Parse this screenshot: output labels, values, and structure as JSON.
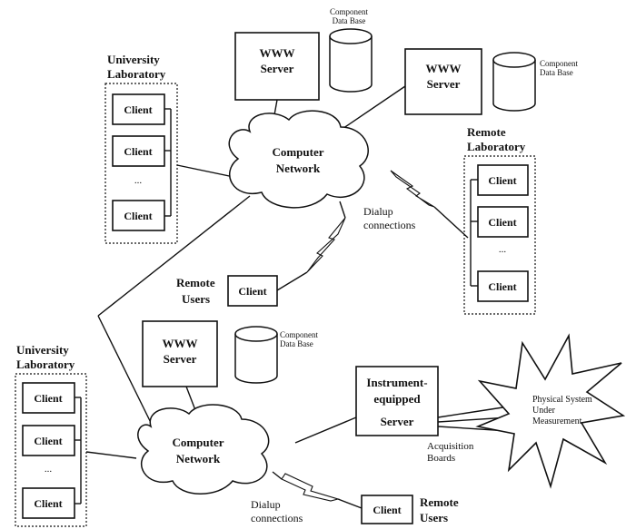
{
  "labels": {
    "www_server_line1": "WWW",
    "www_server_line2": "Server",
    "component_db_line1": "Component",
    "component_db_line2": "Data Base",
    "client": "Client",
    "ellipsis": "...",
    "university_lab_line1": "University",
    "university_lab_line2": "Laboratory",
    "remote_lab_line1": "Remote",
    "remote_lab_line2": "Laboratory",
    "computer_network_line1": "Computer",
    "computer_network_line2": "Network",
    "dialup_line1": "Dialup",
    "dialup_line2": "connections",
    "remote_users_line1": "Remote",
    "remote_users_line2": "Users",
    "instrument_line1": "Instrument-",
    "instrument_line2": "equipped",
    "instrument_line3": "Server",
    "acquisition_line1": "Acquisition",
    "acquisition_line2": "Boards",
    "physical_line1": "Physical System",
    "physical_line2": "Under",
    "physical_line3": "Measurement"
  }
}
